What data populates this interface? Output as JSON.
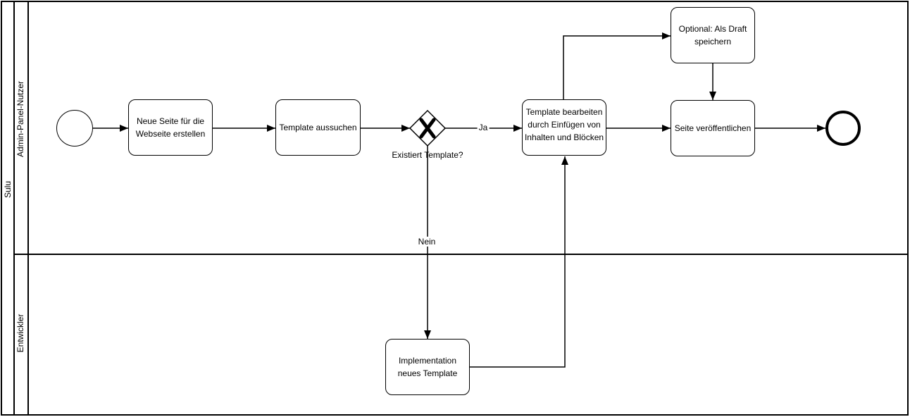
{
  "pool": {
    "label": "Sulu"
  },
  "lanes": [
    {
      "label": "Admin-Panel-Nutzer"
    },
    {
      "label": "Entwickler"
    }
  ],
  "tasks": [
    {
      "id": "create-page",
      "label": "Neue Seite für die Webseite erstellen"
    },
    {
      "id": "choose-template",
      "label": "Template aussuchen"
    },
    {
      "id": "edit-template",
      "label": "Template bearbeiten durch Einfügen von Inhalten und Blöcken",
      "marker": "loop"
    },
    {
      "id": "optional-draft",
      "label": "Optional: Als Draft speichern"
    },
    {
      "id": "publish-page",
      "label": "Seite veröffentlichen"
    },
    {
      "id": "implement-template",
      "label": "Implementation neues Template"
    }
  ],
  "gateway": {
    "type": "exclusive-xor",
    "label": "Existiert Template?"
  },
  "flow_labels": [
    {
      "id": "yes",
      "label": "Ja"
    },
    {
      "id": "no",
      "label": "Nein"
    }
  ],
  "events": [
    {
      "id": "start",
      "type": "start-event"
    },
    {
      "id": "end",
      "type": "end-event"
    }
  ],
  "colors": {
    "stroke": "#000000",
    "background": "#ffffff"
  }
}
